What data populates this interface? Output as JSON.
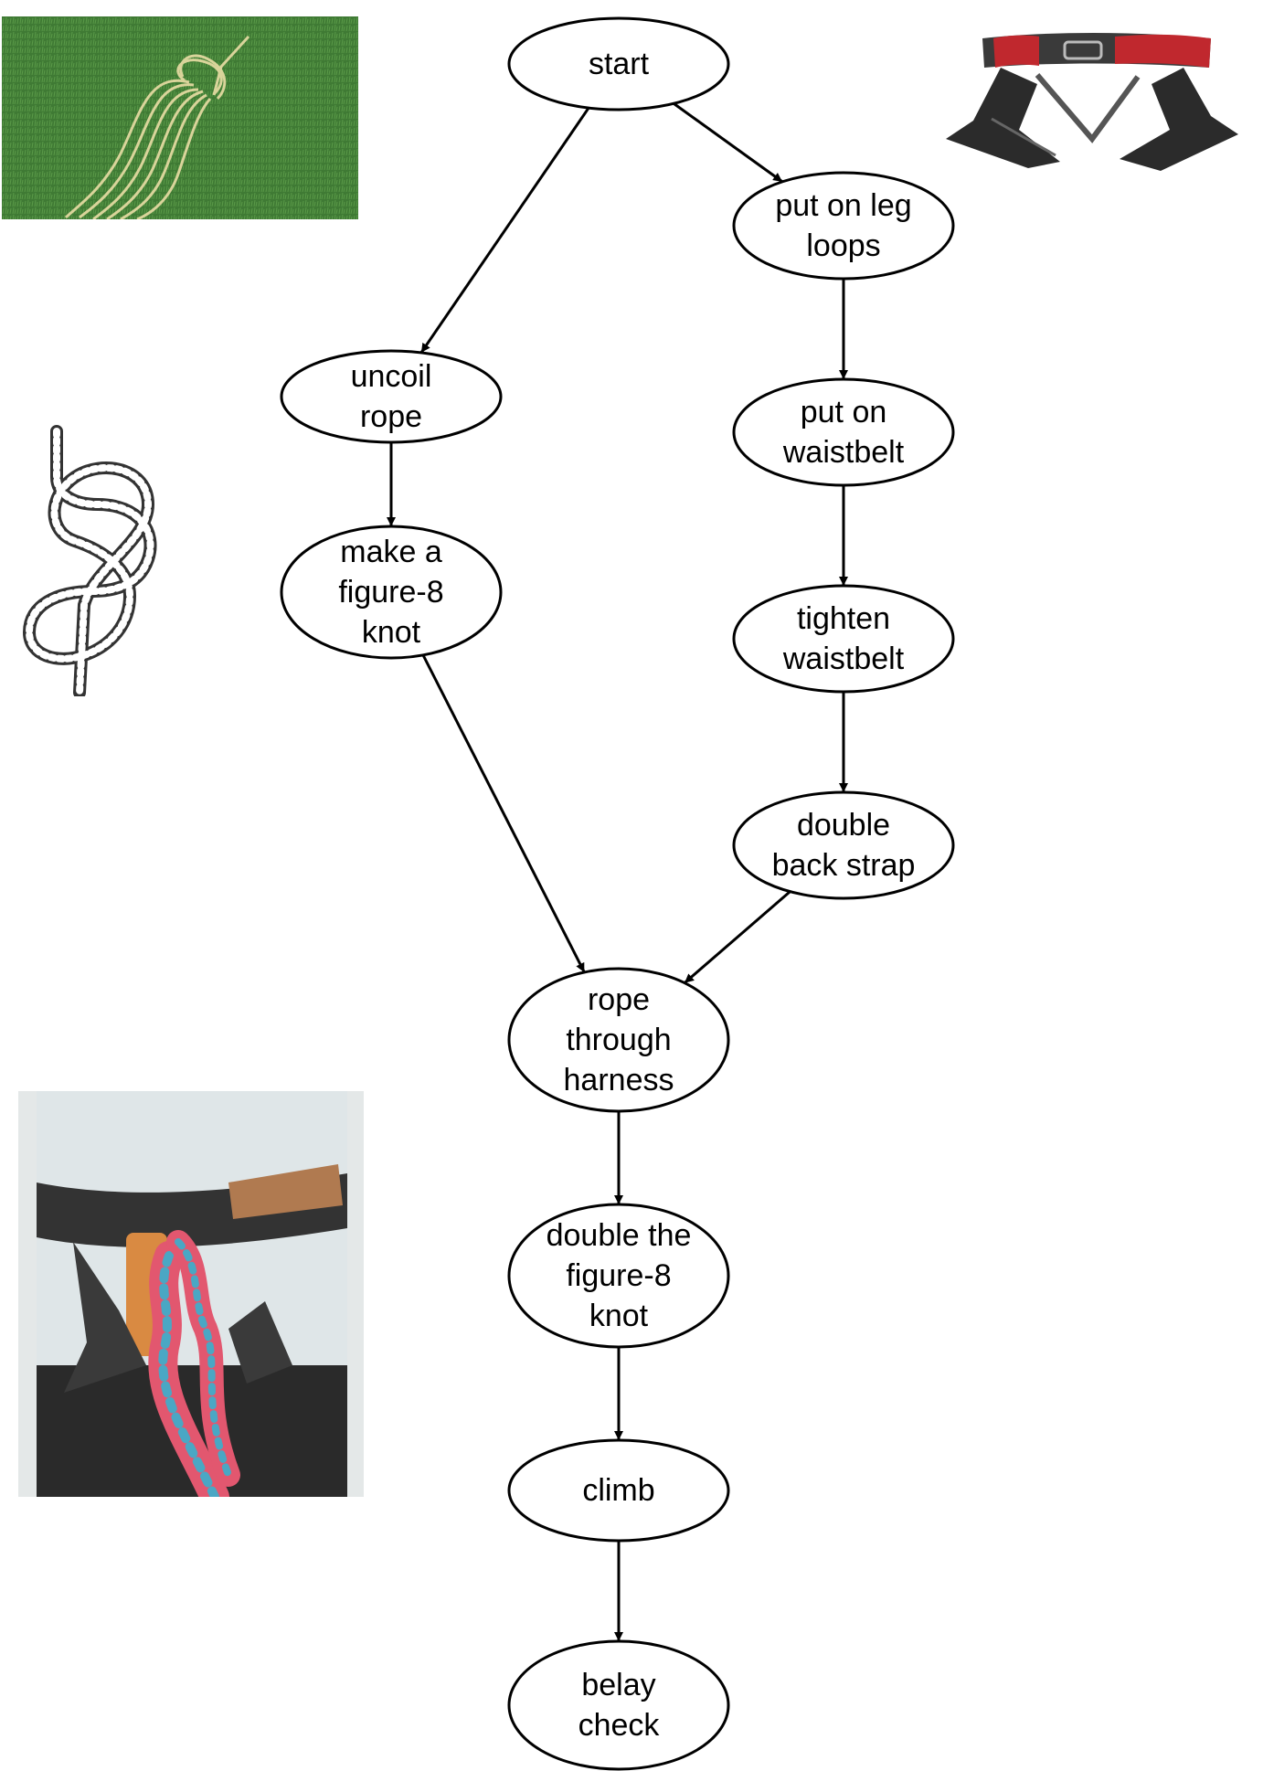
{
  "diagram": {
    "nodes": [
      {
        "id": "start",
        "lines": [
          "start"
        ]
      },
      {
        "id": "put-on-leg-loops",
        "lines": [
          "put on leg",
          "loops"
        ]
      },
      {
        "id": "uncoil-rope",
        "lines": [
          "uncoil",
          "rope"
        ]
      },
      {
        "id": "put-on-waistbelt",
        "lines": [
          "put on",
          "waistbelt"
        ]
      },
      {
        "id": "make-figure-8",
        "lines": [
          "make a",
          "figure-8",
          "knot"
        ]
      },
      {
        "id": "tighten-waistbelt",
        "lines": [
          "tighten",
          "waistbelt"
        ]
      },
      {
        "id": "double-back-strap",
        "lines": [
          "double",
          "back strap"
        ]
      },
      {
        "id": "rope-through-harness",
        "lines": [
          "rope",
          "through",
          "harness"
        ]
      },
      {
        "id": "double-figure-8",
        "lines": [
          "double the",
          "figure-8",
          "knot"
        ]
      },
      {
        "id": "climb",
        "lines": [
          "climb"
        ]
      },
      {
        "id": "belay-check",
        "lines": [
          "belay",
          "check"
        ]
      }
    ],
    "edges": [
      {
        "from": "start",
        "to": "uncoil-rope"
      },
      {
        "from": "start",
        "to": "put-on-leg-loops"
      },
      {
        "from": "put-on-leg-loops",
        "to": "put-on-waistbelt"
      },
      {
        "from": "uncoil-rope",
        "to": "make-figure-8"
      },
      {
        "from": "put-on-waistbelt",
        "to": "tighten-waistbelt"
      },
      {
        "from": "tighten-waistbelt",
        "to": "double-back-strap"
      },
      {
        "from": "make-figure-8",
        "to": "rope-through-harness"
      },
      {
        "from": "double-back-strap",
        "to": "rope-through-harness"
      },
      {
        "from": "rope-through-harness",
        "to": "double-figure-8"
      },
      {
        "from": "double-figure-8",
        "to": "climb"
      },
      {
        "from": "climb",
        "to": "belay-check"
      }
    ]
  },
  "images": [
    {
      "id": "coiled-rope-on-grass",
      "name": "coiled-rope-photo"
    },
    {
      "id": "harness-product",
      "name": "harness-product-photo"
    },
    {
      "id": "figure-8-knot",
      "name": "figure-8-knot-illustration"
    },
    {
      "id": "harness-worn",
      "name": "harness-worn-photo"
    }
  ],
  "colors": {
    "stroke": "#000000",
    "background": "#ffffff",
    "grass": "#3f7a34",
    "rope": "#d9d49a",
    "harness_red": "#c0282e",
    "rope_pink": "#e2576f",
    "rope_blue": "#4aa7c4"
  }
}
